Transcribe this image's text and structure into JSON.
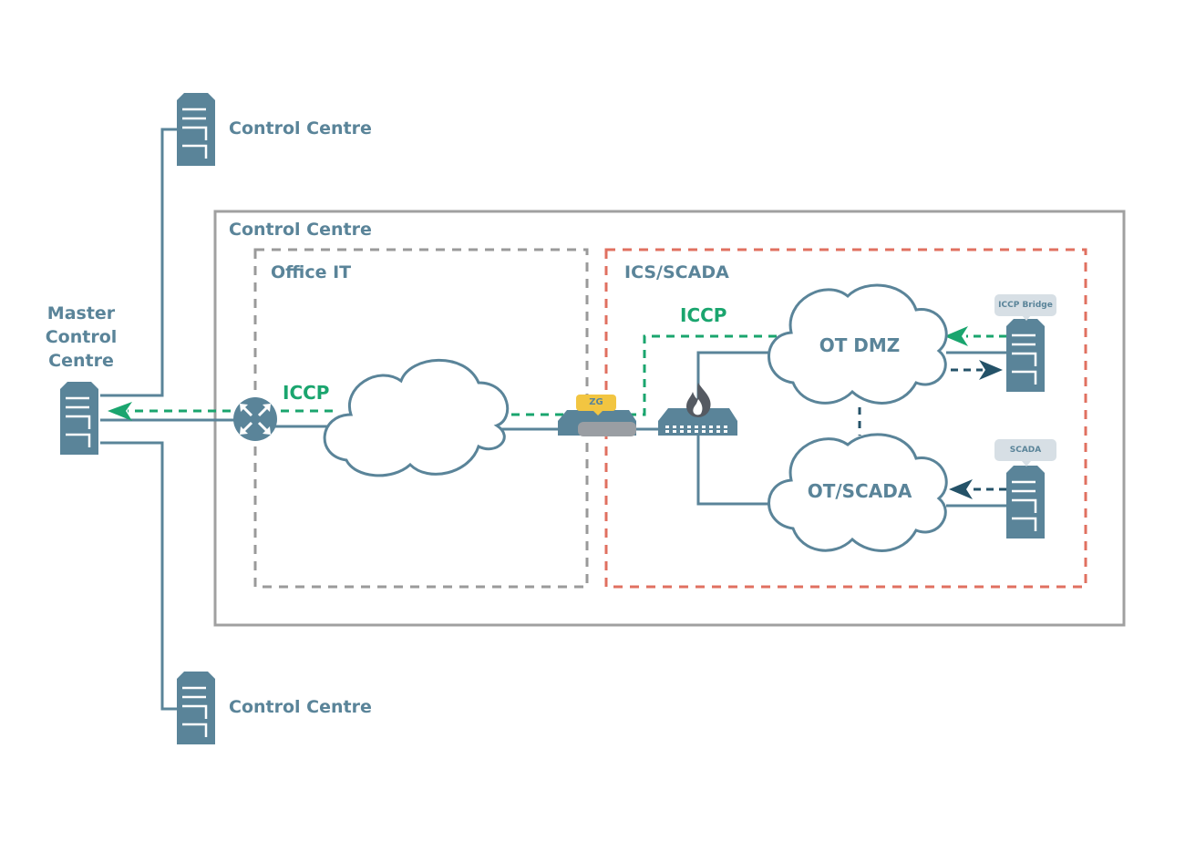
{
  "master": {
    "line1": "Master",
    "line2": "Control",
    "line3": "Centre"
  },
  "control_centre_top": "Control Centre",
  "control_centre_bottom": "Control Centre",
  "control_centre_main": "Control Centre",
  "zones": {
    "office_it": "Office IT",
    "ics_scada": "ICS/SCADA"
  },
  "protocols": {
    "iccp_office": "ICCP",
    "iccp_ics": "ICCP"
  },
  "clouds": {
    "ot_dmz": "OT DMZ",
    "ot_scada": "OT/SCADA"
  },
  "badges": {
    "iccp_bridge": "ICCP Bridge",
    "scada": "SCADA",
    "zg": "ZG"
  },
  "icons": {
    "server": "server-icon",
    "router": "router-icon",
    "firewall": "firewall-icon",
    "gateway": "gateway-icon",
    "cloud": "cloud-icon"
  },
  "colors": {
    "device": "#5a8499",
    "line": "#5a8499",
    "iccp": "#1aa56e",
    "flow_dark": "#245268",
    "office_border": "#9a9a9a",
    "ics_border": "#e07060",
    "outer_border": "#a0a0a0",
    "zg": "#f2c541",
    "fire": "#555a62"
  }
}
